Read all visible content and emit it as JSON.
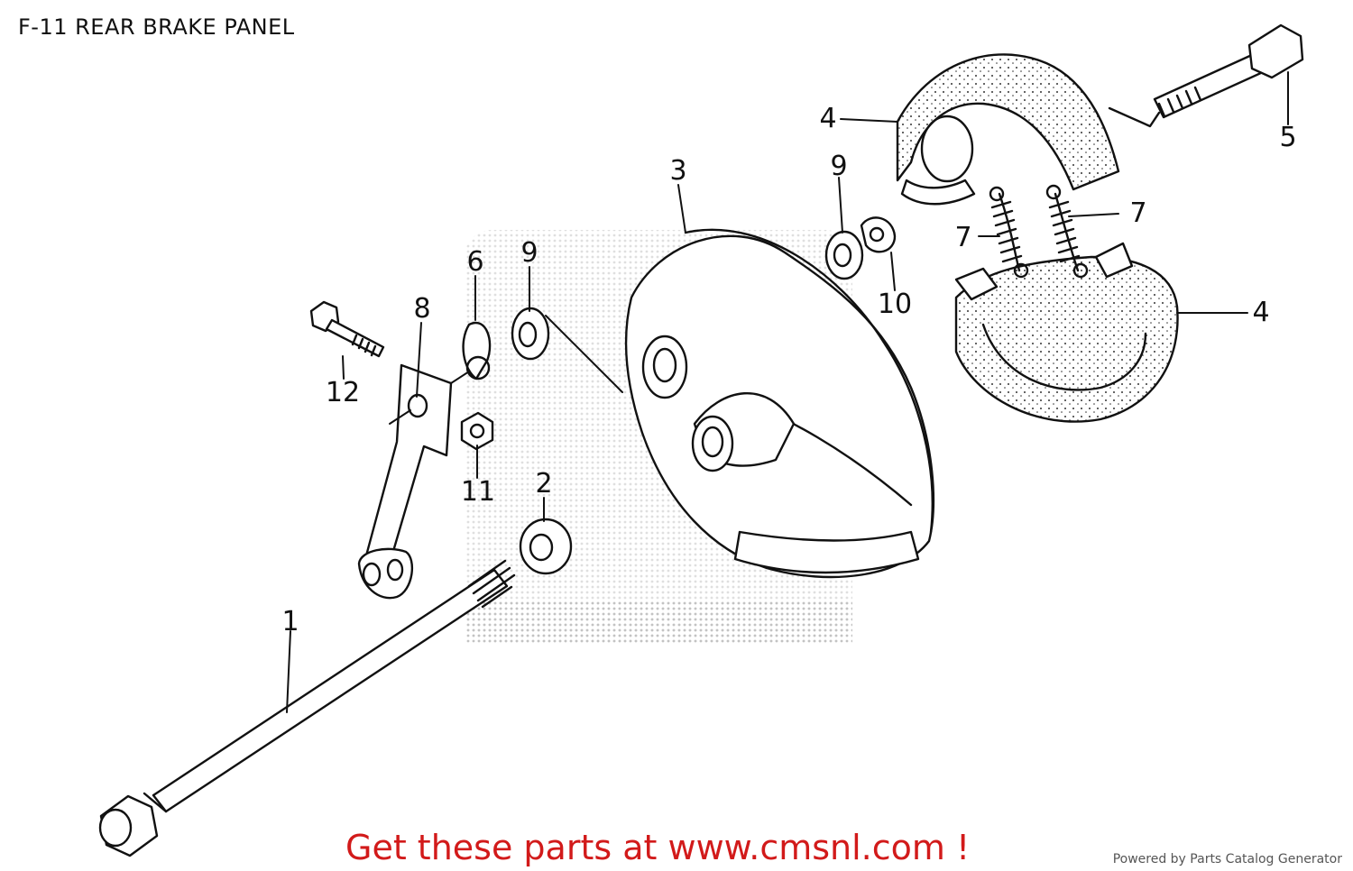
{
  "title": "F-11 REAR BRAKE PANEL",
  "callouts": [
    "1",
    "2",
    "3",
    "4",
    "4",
    "5",
    "6",
    "7",
    "7",
    "8",
    "9",
    "9",
    "10",
    "11",
    "12"
  ],
  "promo": "Get these parts at www.cmsnl.com !",
  "powered_by": "Powered by Parts Catalog Generator",
  "colors": {
    "line": "#111111",
    "promo": "#d21a1a",
    "watermark": "#bdbdbd"
  }
}
